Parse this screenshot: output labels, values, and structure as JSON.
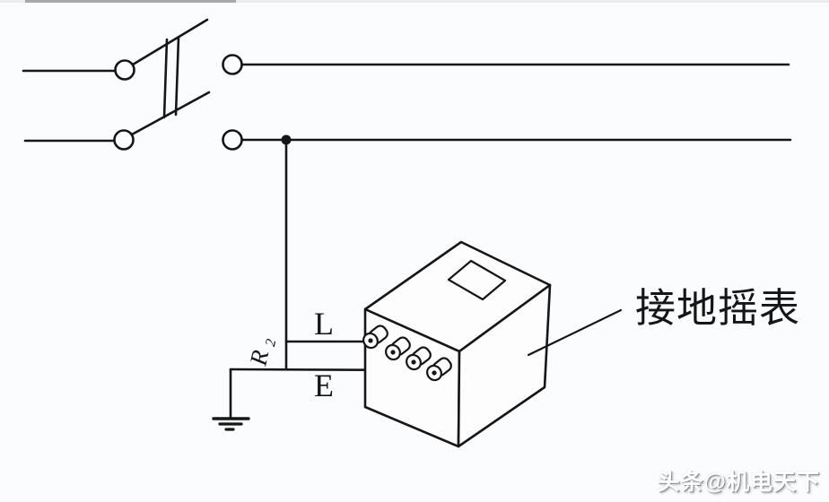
{
  "page": {
    "background_color": "#fbfcfe",
    "stroke_color": "#161616"
  },
  "diagram": {
    "annotation": "接地摇表",
    "labels": {
      "line_terminal": "L",
      "earth_terminal": "E",
      "resistor_main": "R",
      "resistor_sub": "2"
    },
    "icons": {
      "switch": "double-pole-knife-switch-icon",
      "junction": "junction-dot-icon",
      "ground": "earth-ground-icon",
      "meter": "megger-box-icon",
      "terminal": "binding-post-terminal-icon"
    }
  },
  "watermark": {
    "text": "头条@机电天下",
    "color": "#ffffff",
    "shadow_color": "#8f8f8f"
  }
}
